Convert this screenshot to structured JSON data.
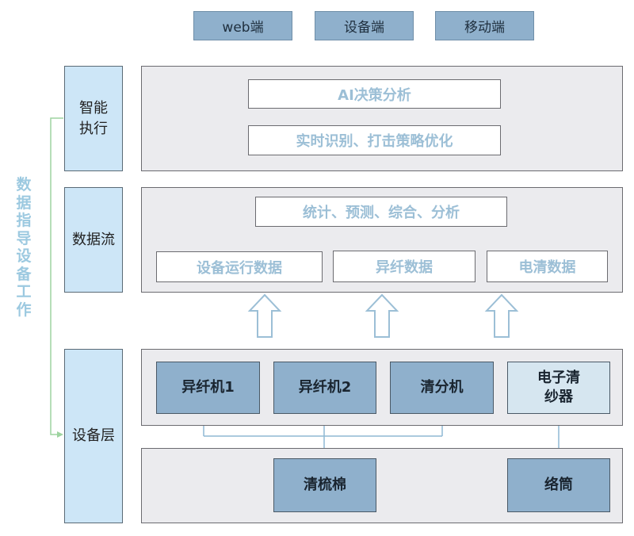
{
  "clients": [
    "web端",
    "设备端",
    "移动端"
  ],
  "layers": {
    "execution": "智能执行",
    "dataflow": "数据流",
    "device": "设备层"
  },
  "side_label": [
    "数",
    "据",
    "指",
    "导",
    "设",
    "备",
    "工",
    "作"
  ],
  "execution_boxes": [
    "AI决策分析",
    "实时识别、打击策略优化"
  ],
  "dataflow": {
    "top": "统计、预测、综合、分析",
    "sources": [
      "设备运行数据",
      "异纤数据",
      "电清数据"
    ]
  },
  "devices": [
    "异纤机1",
    "异纤机2",
    "清分机",
    "电子清纱器"
  ],
  "bottom_devices": [
    "清梳棉",
    "络筒"
  ],
  "colors": {
    "dark_blue": "#8fb0cc",
    "light_blue": "#cde6f7",
    "panel_gray": "#ebebee",
    "text_blue": "#9cbfd6",
    "line_green": "#9ed4a0"
  }
}
